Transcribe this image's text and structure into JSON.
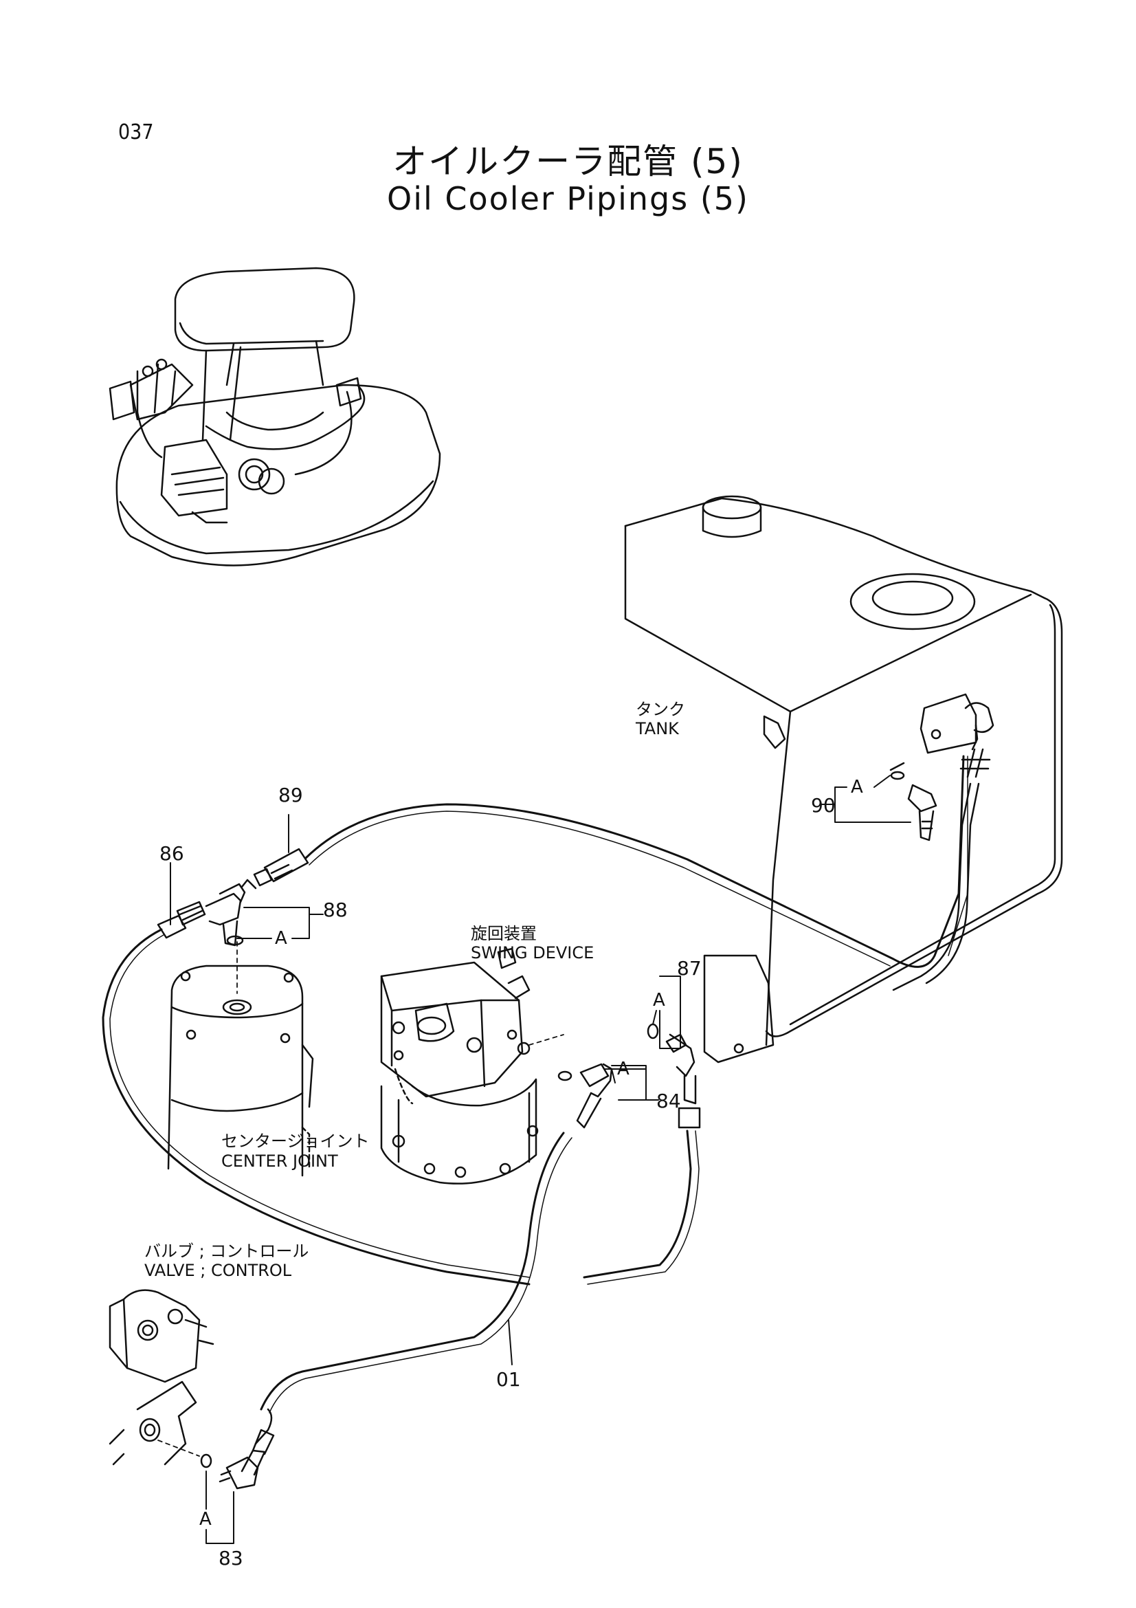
{
  "page": "037",
  "title_jp": "オイルクーラ配管 (5)",
  "title_en": "Oil Cooler Pipings (5)",
  "components": {
    "tank_jp": "タンク",
    "tank_en": "TANK",
    "swing_jp": "旋回装置",
    "swing_en": "SWING DEVICE",
    "center_jp": "センタージョイント",
    "center_en": "CENTER JOINT",
    "valve_jp": "バルブ ; コントロール",
    "valve_en": "VALVE ; CONTROL"
  },
  "part_numbers": {
    "p01": "01",
    "p83": "83",
    "p84": "84",
    "p86": "86",
    "p87": "87",
    "p88": "88",
    "p89": "89",
    "p90": "90"
  },
  "callout_letter": "A"
}
